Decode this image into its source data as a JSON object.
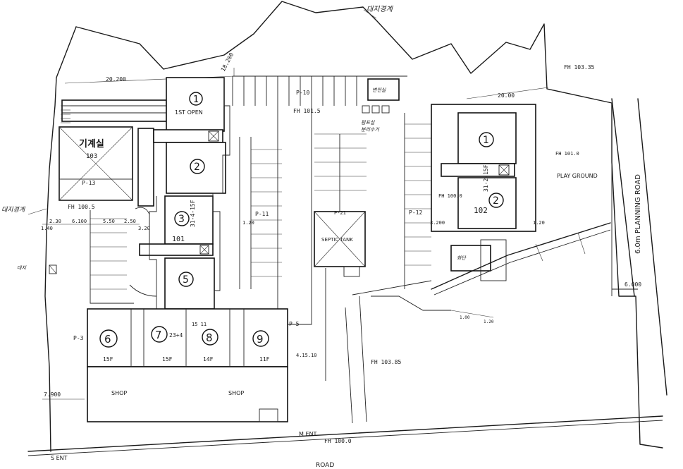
{
  "annotations": {
    "boundary_top": "대지경계",
    "boundary_left": "대지경계",
    "building_ref_1": "대지",
    "machine_room": "기계실",
    "machine_room_code": "103",
    "fh_top": "FH 103.35",
    "fh_center_top": "FH 101.5",
    "fh_left": "FH 100.5",
    "fh_right_bld": "FH 101.0",
    "fh_right_inner": "FH 100.0",
    "fh_bottom": "FH 103.85",
    "fh_entrance": "FH 100.0",
    "first_open": "1ST OPEN",
    "play_ground": "PLAY GROUND",
    "planning_road": "6.0m PLANNING ROAD",
    "road": "ROAD",
    "septic_tank": "SEPTIC TANK",
    "shop1": "SHOP",
    "shop2": "SHOP",
    "s_ent": "S ENT",
    "m_ent": "M ENT",
    "block_101": "101",
    "block_102": "102",
    "block_3_floors": "31-4-15F",
    "block_2_floors": "31-2-15F",
    "unit7_floors": "23+4",
    "unit8_floors": "15\n11",
    "unit6_f": "15F",
    "unit7_f": "15F",
    "unit8_f": "14F",
    "unit9_f": "11F",
    "garbage": "분리수거",
    "electric": "변전실",
    "pump": "펌프실",
    "plant": "화단"
  },
  "parking": {
    "p1": "P-10",
    "p2": "P-11",
    "p3": "P-12",
    "p4": "P-13",
    "p5": "P-3",
    "p6": "P-5",
    "p7": "P-21"
  },
  "dimensions": {
    "d1": "20.200",
    "d2": "18.200",
    "d3": "20.00",
    "d4": "2.30",
    "d5": "6.100",
    "d6": "5.50",
    "d7": "2.50",
    "d8": "3.20",
    "d9": "1.20",
    "d10": "3.200",
    "d11": "1.20",
    "d12": "6.000",
    "d13": "7.900",
    "d14": "1.40",
    "d15": "4.15.10",
    "d16": "1.00",
    "d17": "1.20"
  },
  "blocks": {
    "b1": "1",
    "b2": "2",
    "b3": "3",
    "b5": "5",
    "r1": "1",
    "r2": "2",
    "u6": "6",
    "u7": "7",
    "u8": "8",
    "u9": "9"
  }
}
